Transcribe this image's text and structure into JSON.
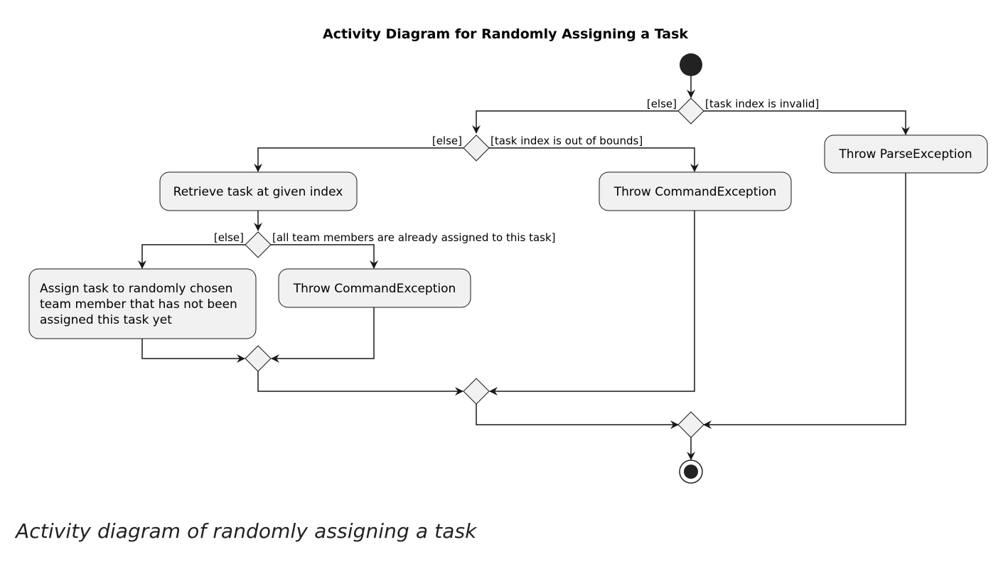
{
  "diagram": {
    "title": "Activity Diagram for Randomly Assigning a Task",
    "actions": {
      "throw_parse": "Throw ParseException",
      "retrieve_task": "Retrieve task at given index",
      "throw_command_bounds": "Throw CommandException",
      "assign_task": [
        "Assign task to randomly chosen",
        "team member that has not been",
        "assigned this task yet"
      ],
      "throw_command_assigned": "Throw CommandException"
    },
    "guards": {
      "d1_else": "[else]",
      "d1_invalid": "[task index is invalid]",
      "d2_else": "[else]",
      "d2_bounds": "[task index is out of bounds]",
      "d3_else": "[else]",
      "d3_assigned": "[all team members are already assigned to this task]"
    }
  },
  "caption": "Activity diagram of randomly assigning a task"
}
